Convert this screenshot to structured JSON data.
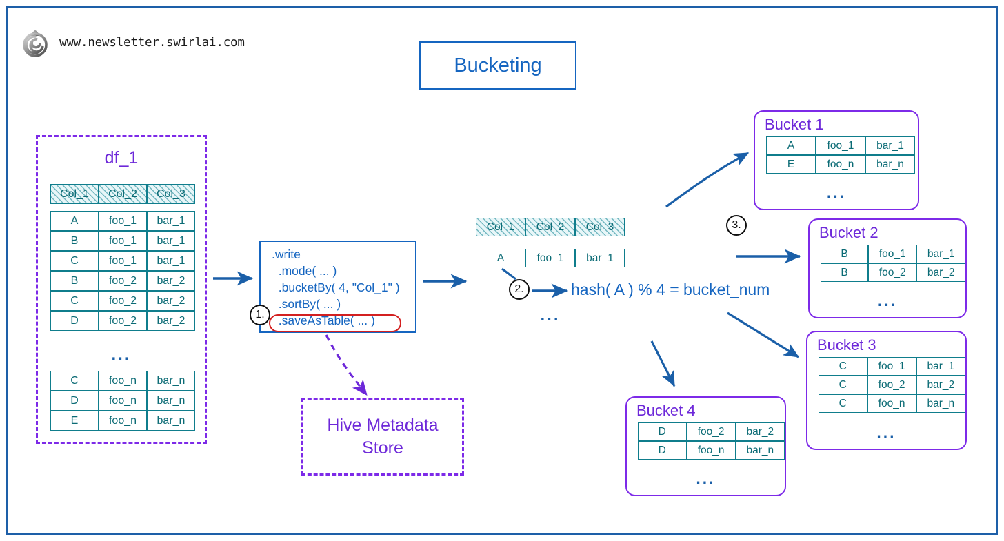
{
  "brand": {
    "logo_icon": "spiral-logo-icon",
    "url": "www.newsletter.swirlai.com"
  },
  "title": {
    "text": "Bucketing"
  },
  "colors": {
    "frame_border": "#1d5fa8",
    "accent_blue": "#1565c0",
    "purple": "#6d28d9",
    "teal": "#0f7d8c",
    "highlight_red": "#d32020"
  },
  "dataframe": {
    "name": "df_1",
    "columns": [
      "Col_1",
      "Col_2",
      "Col_3"
    ],
    "rows_top": [
      [
        "A",
        "foo_1",
        "bar_1"
      ],
      [
        "B",
        "foo_1",
        "bar_1"
      ],
      [
        "C",
        "foo_1",
        "bar_1"
      ],
      [
        "B",
        "foo_2",
        "bar_2"
      ],
      [
        "C",
        "foo_2",
        "bar_2"
      ],
      [
        "D",
        "foo_2",
        "bar_2"
      ]
    ],
    "ellipsis": "...",
    "rows_bottom": [
      [
        "C",
        "foo_n",
        "bar_n"
      ],
      [
        "D",
        "foo_n",
        "bar_n"
      ],
      [
        "E",
        "foo_n",
        "bar_n"
      ]
    ]
  },
  "code_block": {
    "lines": [
      ".write",
      "  .mode( ... )",
      "  .bucketBy( 4, \"Col_1\" )",
      "  .sortBy( ... )",
      "  .saveAsTable( ... )"
    ],
    "highlighted_line": ".saveAsTable( ... )"
  },
  "steps": {
    "one": "1.",
    "two": "2.",
    "three": "3."
  },
  "hive_store": {
    "label": "Hive Metadata\nStore"
  },
  "middle_record": {
    "columns": [
      "Col_1",
      "Col_2",
      "Col_3"
    ],
    "row": [
      "A",
      "foo_1",
      "bar_1"
    ],
    "ellipsis": "..."
  },
  "hash_expression": "hash( A ) % 4 = bucket_num",
  "buckets": [
    {
      "title": "Bucket 1",
      "rows": [
        [
          "A",
          "foo_1",
          "bar_1"
        ],
        [
          "E",
          "foo_n",
          "bar_n"
        ]
      ],
      "ellipsis": "..."
    },
    {
      "title": "Bucket 2",
      "rows": [
        [
          "B",
          "foo_1",
          "bar_1"
        ],
        [
          "B",
          "foo_2",
          "bar_2"
        ]
      ],
      "ellipsis": "..."
    },
    {
      "title": "Bucket 3",
      "rows": [
        [
          "C",
          "foo_1",
          "bar_1"
        ],
        [
          "C",
          "foo_2",
          "bar_2"
        ],
        [
          "C",
          "foo_n",
          "bar_n"
        ]
      ],
      "ellipsis": "..."
    },
    {
      "title": "Bucket 4",
      "rows": [
        [
          "D",
          "foo_2",
          "bar_2"
        ],
        [
          "D",
          "foo_n",
          "bar_n"
        ]
      ],
      "ellipsis": "..."
    }
  ]
}
